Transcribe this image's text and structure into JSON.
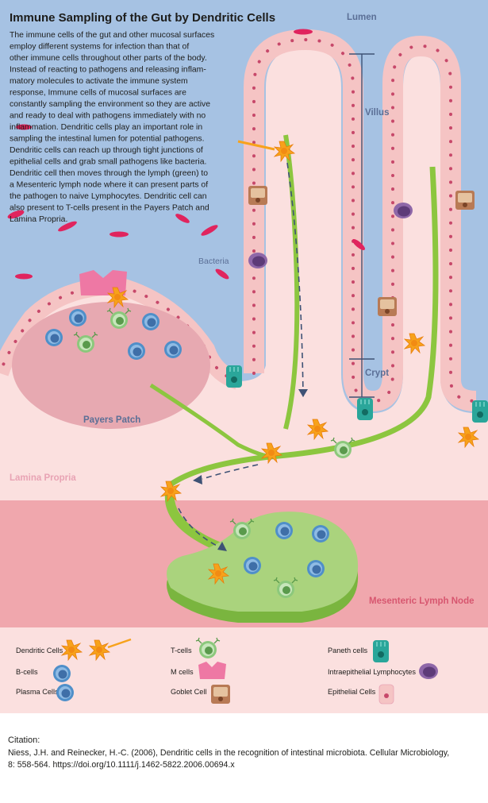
{
  "title": "Immune Sampling of the Gut by Dendritic Cells",
  "description_lines": [
    "The immune cells of the gut and other mucosal surfaces",
    "employ different systems for infection than  that of",
    "other immune cells throughout other parts of the body.",
    "Instead of reacting to pathogens and releasing inflam-",
    "matory molecules to activate the immune system",
    "response, Immune cells of mucosal surfaces are",
    "constantly sampling the environment so they are active",
    "and ready to deal with pathogens immediately with no",
    "inflammation. Dendritic cells play an important role in",
    "sampling the intestinal lumen for potential pathogens.",
    "Dendritic cells can reach up through tight junctions of",
    "epithelial cells and grab small pathogens like bacteria.",
    "Dendritic cell then moves through the lymph (green) to",
    "a Mesenteric lymph node where it can present parts of",
    "the pathogen to naive  Lymphocytes. Dendritic cell can",
    "also present to T-cells present in the Payers Patch and",
    "Lamina Propria."
  ],
  "labels": {
    "lumen": "Lumen",
    "villus": "Villus",
    "crypt": "Crypt",
    "bacteria": "Bacteria",
    "payers_patch": "Payers Patch",
    "lamina_propria": "Lamina Propria",
    "mesenteric_lymph_node": "Mesenteric Lymph Node"
  },
  "legend": {
    "dendritic_cells": "Dendritic Cells",
    "b_cells": "B-cells",
    "plasma_cells": "Plasma Cells",
    "t_cells": "T-cells",
    "m_cells": "M cells",
    "goblet_cell": "Goblet Cell",
    "paneth_cells": "Paneth cells",
    "intraepithelial_lymphocytes": "Intraepithelial Lymphocytes",
    "epithelial_cells": "Epithelial Cells"
  },
  "citation": {
    "heading": "Citation:",
    "line1": "Niess, J.H. and Reinecker, H.-C. (2006), Dendritic cells in the recognition of intestinal microbiota. Cellular Microbiology,",
    "line2": "8: 558-564. https://doi.org/10.1111/j.1462-5822.2006.00694.x"
  },
  "colors": {
    "lumen": "#a6c2e3",
    "lamina_propria": "#fbe0df",
    "lymph_band": "#f0a7ad",
    "epithelium": "#f5c4c4",
    "nucleus": "#c7486a",
    "payers_patch": "#e7a9b1",
    "lymph_vessel": "#8cc63f",
    "lymph_node": "#aad37d",
    "dendritic_cell": "#f7a21b",
    "b_cell": "#4f8fc9",
    "t_cell": "#8cc87c",
    "m_cell": "#ee78a4",
    "goblet_cell": "#b87a55",
    "paneth_cell": "#2aa69a",
    "iel": "#8e67a8",
    "bacteria": "#e0245e",
    "arrow": "#3e5275"
  }
}
